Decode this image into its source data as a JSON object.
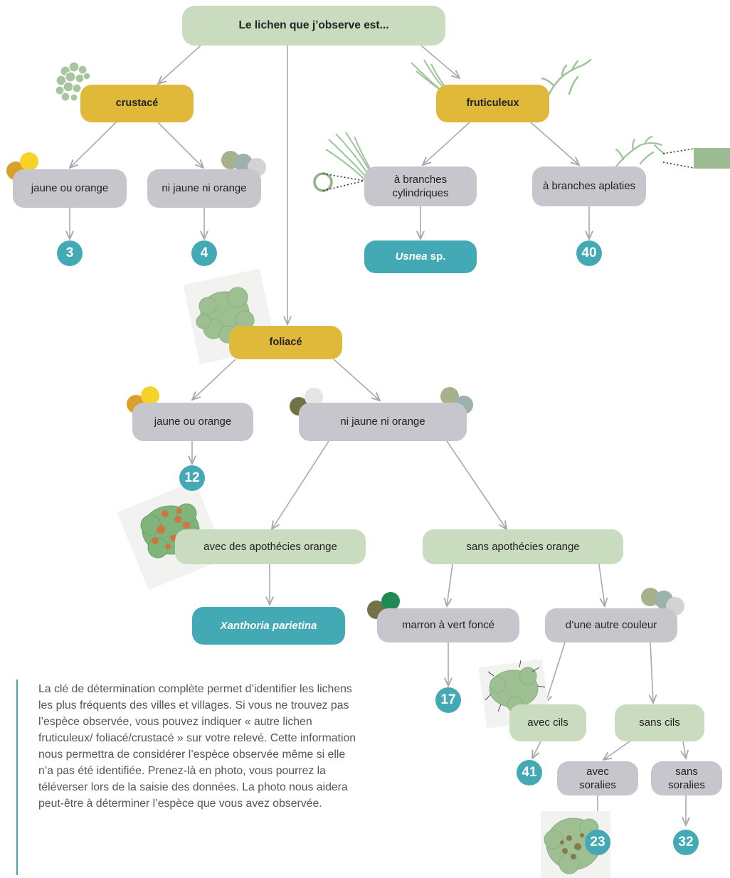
{
  "root": {
    "label": "Le lichen que j’observe est..."
  },
  "types": {
    "crustace": "crustacé",
    "fruticuleux": "fruticuleux",
    "foliace": "foliacé"
  },
  "crustace_branch": {
    "yellow": "jaune ou orange",
    "other": "ni jaune ni orange",
    "yellow_result": "3",
    "other_result": "4"
  },
  "fruticuleux_branch": {
    "cylindrical": "à branches cylindriques",
    "flat": "à branches aplaties",
    "cylindrical_result_genus": "Usnea",
    "cylindrical_result_suffix": " sp.",
    "flat_result": "40"
  },
  "foliace_branch": {
    "yellow": "jaune ou orange",
    "other": "ni jaune ni orange",
    "yellow_result": "12",
    "with_apothecia": "avec des apothécies orange",
    "without_apothecia": "sans apothécies orange",
    "with_apothecia_result": "Xanthoria parietina",
    "brown_green": "marron à vert foncé",
    "other_color": "d’une autre couleur",
    "brown_green_result": "17",
    "with_cilia": "avec cils",
    "without_cilia": "sans cils",
    "with_cilia_result": "41",
    "with_soralia": "avec soralies",
    "without_soralia": "sans soralies",
    "with_soralia_result": "23",
    "without_soralia_result": "32"
  },
  "note": "La clé de détermination complète permet d’identifier les lichens les plus fréquents des villes et villages. Si vous ne trouvez pas l’espèce observée, vous pouvez indiquer « autre lichen fruticuleux/ foliacé/crustacé » sur votre relevé. Cette information nous permettra de considérer l’espèce observée même si elle n’a pas été identifiée. Prenez-là en photo, vous pourrez la téléverser lors de la saisie des données. La photo nous aidera peut-être à déterminer l’espèce que vous avez observée.",
  "colors": {
    "type_box": "#e0b93b",
    "choice_box": "#c7c6cc",
    "green_box": "#c9dcbf",
    "result": "#43a9b5",
    "arrow": "#a9a9af"
  }
}
